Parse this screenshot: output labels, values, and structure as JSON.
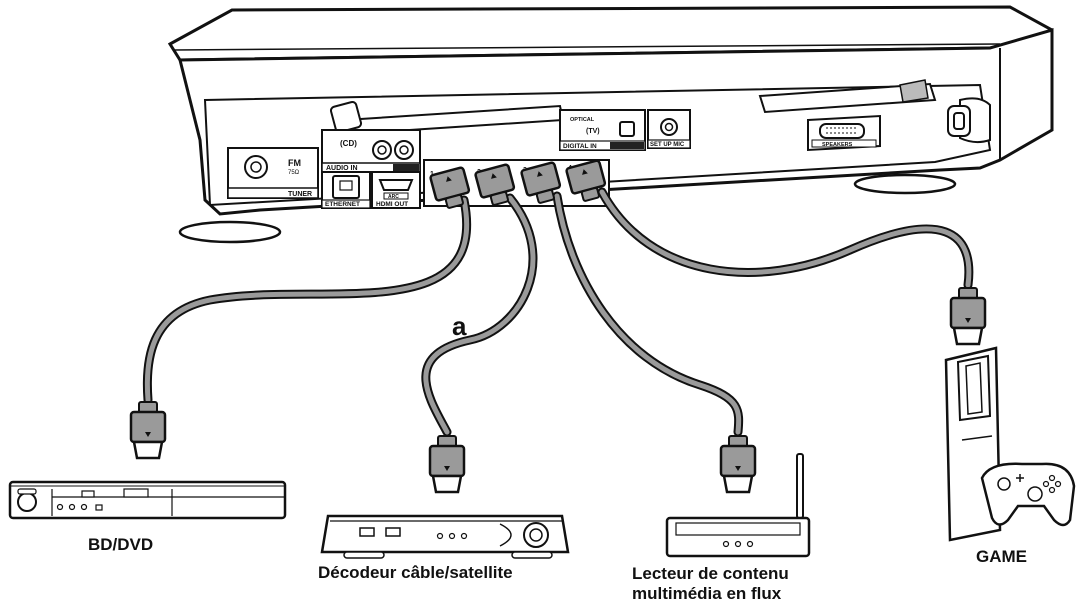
{
  "receiver": {
    "fm_label": "FM",
    "fm_ohm": "75Ω",
    "tuner_label": "TUNER",
    "cd_label": "(CD)",
    "audio_in_label": "AUDIO IN",
    "optical_label": "OPTICAL",
    "tv_label": "(TV)",
    "digital_in_label": "DIGITAL IN",
    "setup_mic_label": "SET UP MIC",
    "ethernet_label": "ETHERNET",
    "arc_label": "ARC",
    "hdmi_out_label": "HDMI OUT",
    "port_numbers": [
      "1",
      "2",
      "3",
      "4"
    ],
    "speakers_label": "SPEAKERS"
  },
  "annotation": "a",
  "devices": {
    "bd_dvd": "BD/DVD",
    "decoder": "Décodeur câble/satellite",
    "streamer_line1": "Lecteur de contenu",
    "streamer_line2": "multimédia en flux",
    "game": "GAME"
  }
}
